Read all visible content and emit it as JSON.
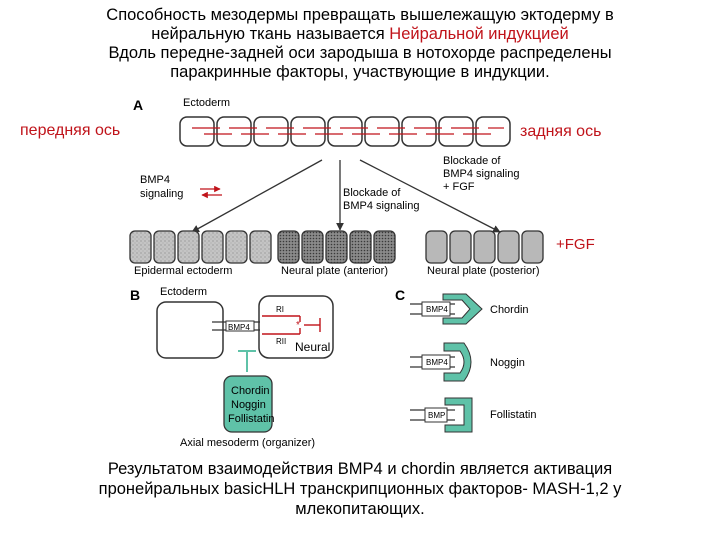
{
  "title": {
    "line1": "Способность мезодермы превращать вышележащую эктодерму в",
    "line2_prefix": "нейральную ткань называется ",
    "line2_highlight": "Нейральной индукцией",
    "line3": "Вдоль передне-задней оси зародыша в нотохорде распределены",
    "line4": "паракринные  факторы, участвующие в индукции."
  },
  "labels": {
    "anterior_axis": "передняя ось",
    "posterior_axis": "задняя ось",
    "fgf": "+FGF"
  },
  "panel_a": {
    "letter": "A",
    "ectoderm": "Ectoderm",
    "bmp4_signaling_1": "BMP4",
    "bmp4_signaling_2": "signaling",
    "blockade_bmp4_1": "Blockade of",
    "blockade_bmp4_2": "BMP4 signaling",
    "blockade_fgf_1": "Blockade of",
    "blockade_fgf_2": "BMP4 signaling",
    "blockade_fgf_3": "+ FGF",
    "epidermal": "Epidermal ectoderm",
    "neural_anterior": "Neural plate (anterior)",
    "neural_posterior": "Neural plate (posterior)"
  },
  "panel_b": {
    "letter": "B",
    "ectoderm": "Ectoderm",
    "bmp4": "BMP4",
    "ri": "RI",
    "rii": "RII",
    "neural": "Neural",
    "chordin": "Chordin",
    "noggin": "Noggin",
    "follistatin": "Follistatin",
    "axial": "Axial mesoderm (organizer)"
  },
  "panel_c": {
    "letter": "C",
    "rows": [
      {
        "ligand": "BMP4",
        "name": "Chordin"
      },
      {
        "ligand": "BMP4",
        "name": "Noggin"
      },
      {
        "ligand": "BMP",
        "name": "Follistatin"
      }
    ]
  },
  "bottom": {
    "line1": "Результатом  взаимодействия BMP4 и chordin является активация",
    "line2": "пронейральных basicHLH транскрипционных факторов- MASH-1,2 у",
    "line3": "млекопитающих."
  },
  "colors": {
    "accent_red": "#c0131a",
    "panel_teal": "#5fc2a8",
    "cell_gray": "#b8b8b8"
  }
}
